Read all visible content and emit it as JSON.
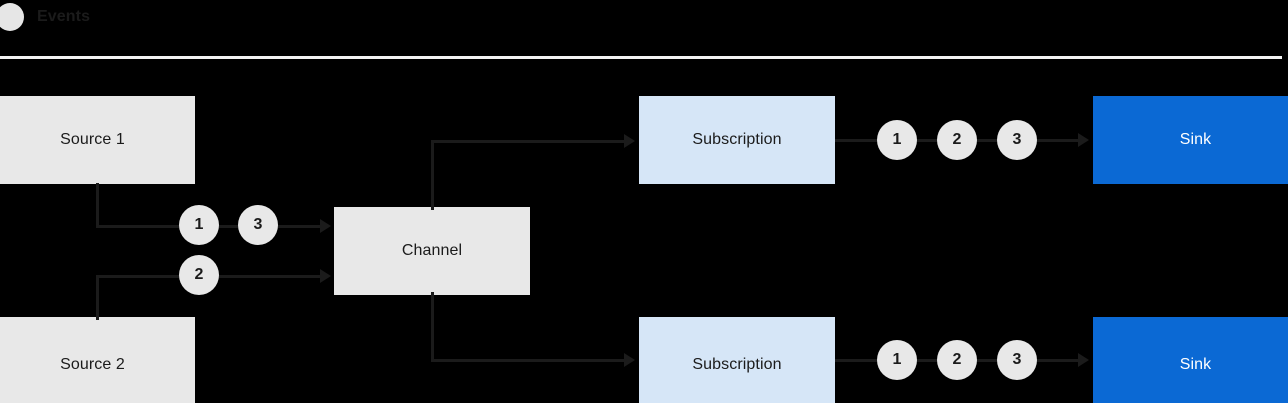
{
  "legend": {
    "icon": "event-circle-icon",
    "label": "Events"
  },
  "diagram": {
    "nodes": {
      "source1": {
        "label": "Source 1",
        "kind": "source",
        "color": "#e8e8e8"
      },
      "source2": {
        "label": "Source 2",
        "kind": "source",
        "color": "#e8e8e8"
      },
      "channel": {
        "label": "Channel",
        "kind": "channel",
        "color": "#e8e8e8"
      },
      "subscription1": {
        "label": "Subscription",
        "kind": "subscription",
        "color": "#d6e6f7"
      },
      "subscription2": {
        "label": "Subscription",
        "kind": "subscription",
        "color": "#d6e6f7"
      },
      "sink1": {
        "label": "Sink",
        "kind": "sink",
        "color": "#0b69d4"
      },
      "sink2": {
        "label": "Sink",
        "kind": "sink",
        "color": "#0b69d4"
      }
    },
    "events": {
      "source1_to_channel": [
        "1",
        "3"
      ],
      "source2_to_channel": [
        "2"
      ],
      "subscription1_to_sink1": [
        "1",
        "2",
        "3"
      ],
      "subscription2_to_sink2": [
        "1",
        "2",
        "3"
      ]
    },
    "colors": {
      "background": "#000000",
      "divider": "#f2f2f2",
      "connector": "#1b1b1b",
      "event_fill": "#e8e8e8",
      "sink_fill": "#0b69d4",
      "subscription_fill": "#d6e6f7",
      "box_fill": "#e8e8e8"
    }
  }
}
